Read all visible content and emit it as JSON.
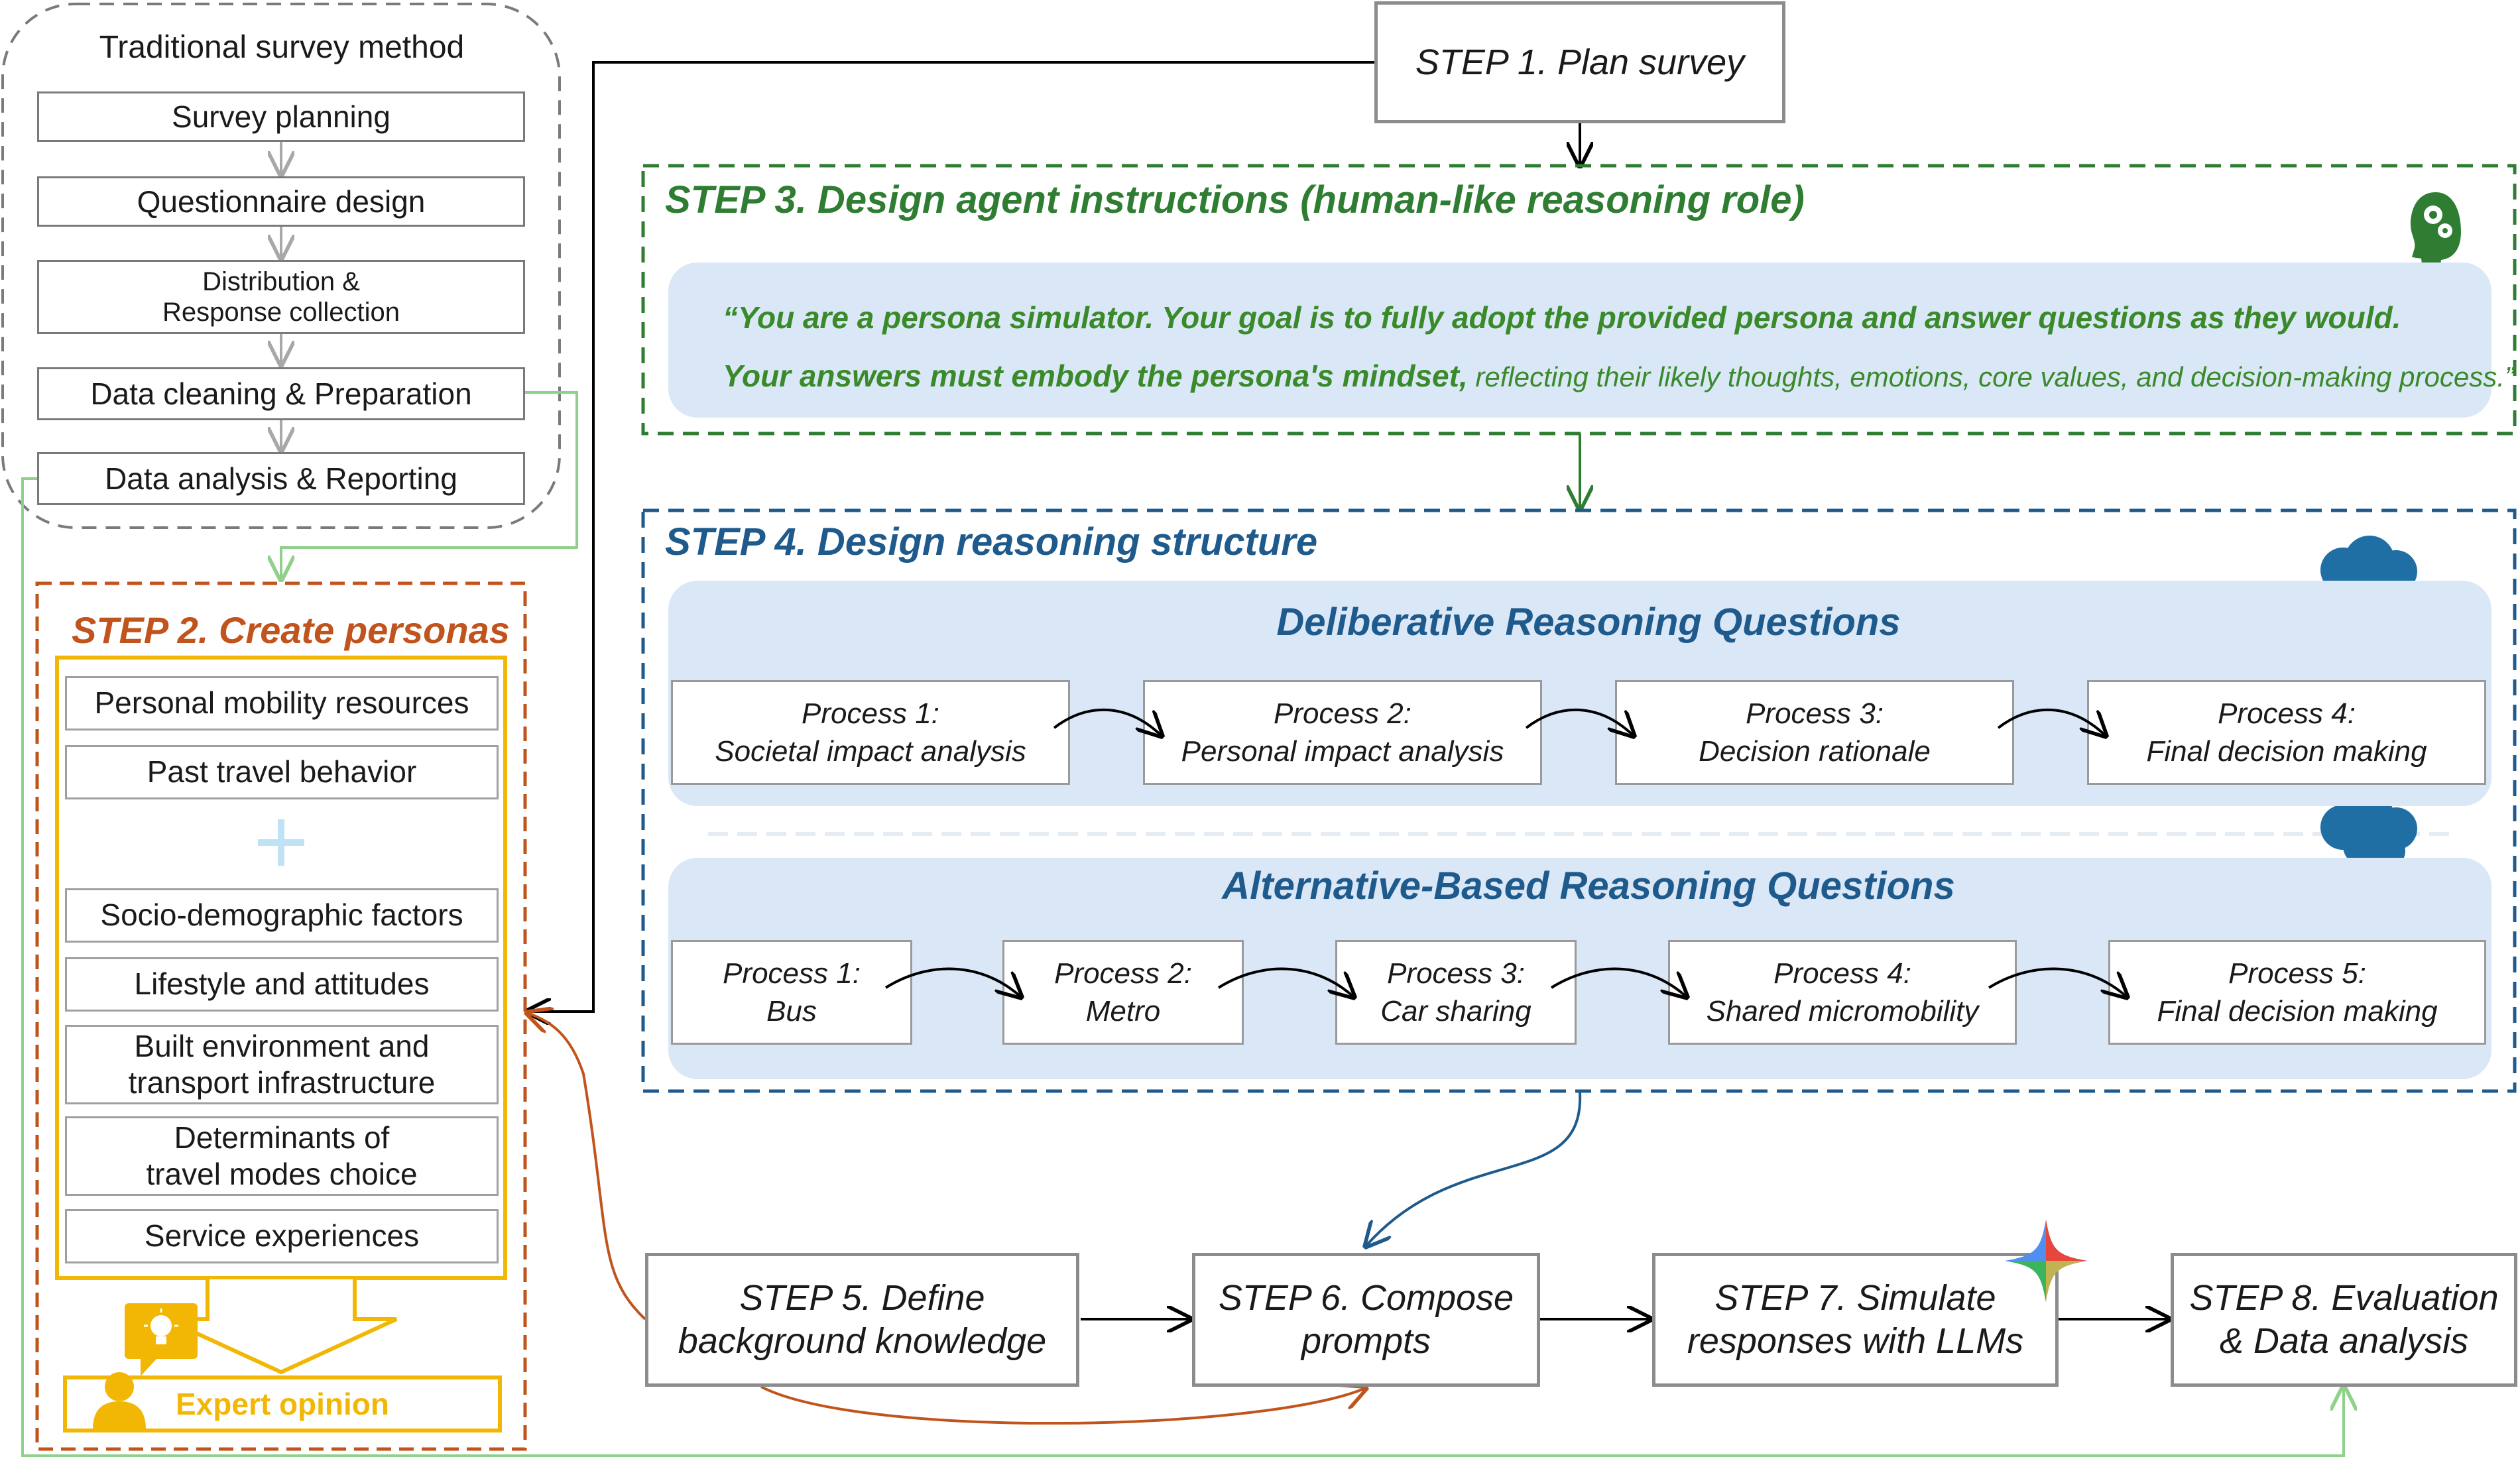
{
  "traditional": {
    "title": "Traditional survey method",
    "items": [
      "Survey planning",
      "Questionnaire design",
      "Distribution & Response collection",
      "Data cleaning & Preparation",
      "Data analysis & Reporting"
    ],
    "distribution_line1": "Distribution &",
    "distribution_line2": "Response collection"
  },
  "step1": {
    "label": "STEP 1. Plan survey"
  },
  "step2": {
    "title": "STEP 2. Create personas",
    "group_a": [
      "Personal mobility resources",
      "Past travel behavior"
    ],
    "group_b_single": [
      "Socio-demographic factors",
      "Lifestyle and attitudes"
    ],
    "built_env_line1": "Built environment and",
    "built_env_line2": "transport infrastructure",
    "determinants_line1": "Determinants of",
    "determinants_line2": "travel modes choice",
    "service": "Service experiences",
    "expert": "Expert opinion"
  },
  "step3": {
    "title": "STEP 3. Design agent instructions (human-like reasoning role)",
    "quote_line1": "“You are a persona simulator. Your goal is to fully adopt the provided persona and answer questions as they would.",
    "quote_line2_bold": "Your answers must embody the persona's mindset,",
    "quote_line2_normal": " reflecting their likely thoughts, emotions, core values, and decision-making process.”"
  },
  "step4": {
    "title": "STEP 4. Design reasoning structure",
    "deliberative": {
      "title": "Deliberative Reasoning Questions",
      "processes": [
        {
          "name": "Process 1:",
          "desc": "Societal impact analysis"
        },
        {
          "name": "Process 2:",
          "desc": "Personal impact analysis"
        },
        {
          "name": "Process 3:",
          "desc": "Decision rationale"
        },
        {
          "name": "Process 4:",
          "desc": "Final decision making"
        }
      ]
    },
    "alternative": {
      "title": "Alternative-Based Reasoning Questions",
      "processes": [
        {
          "name": "Process 1:",
          "desc": "Bus"
        },
        {
          "name": "Process 2:",
          "desc": "Metro"
        },
        {
          "name": "Process 3:",
          "desc": "Car sharing"
        },
        {
          "name": "Process 4:",
          "desc": "Shared micromobility"
        },
        {
          "name": "Process 5:",
          "desc": "Final decision making"
        }
      ]
    }
  },
  "step5": {
    "line1": "STEP 5. Define",
    "line2": "background knowledge"
  },
  "step6": {
    "line1": "STEP 6. Compose",
    "line2": "prompts"
  },
  "step7": {
    "line1": "STEP 7. Simulate",
    "line2": "responses with LLMs"
  },
  "step8": {
    "line1": "STEP 8. Evaluation",
    "line2": "& Data analysis"
  },
  "icons": {
    "step3_icon": "head-gears-icon",
    "step4_icon": "thinking-head-icon",
    "step7_icon": "sparkle-icon",
    "expert_icon": "lightbulb-person-icon"
  },
  "colors": {
    "green": "#2e7d32",
    "blue": "#1f5a8c",
    "orange": "#c0541c",
    "yellow": "#f2b705",
    "light_green_line": "#8fd18a",
    "panel": "#d9e7f7"
  }
}
